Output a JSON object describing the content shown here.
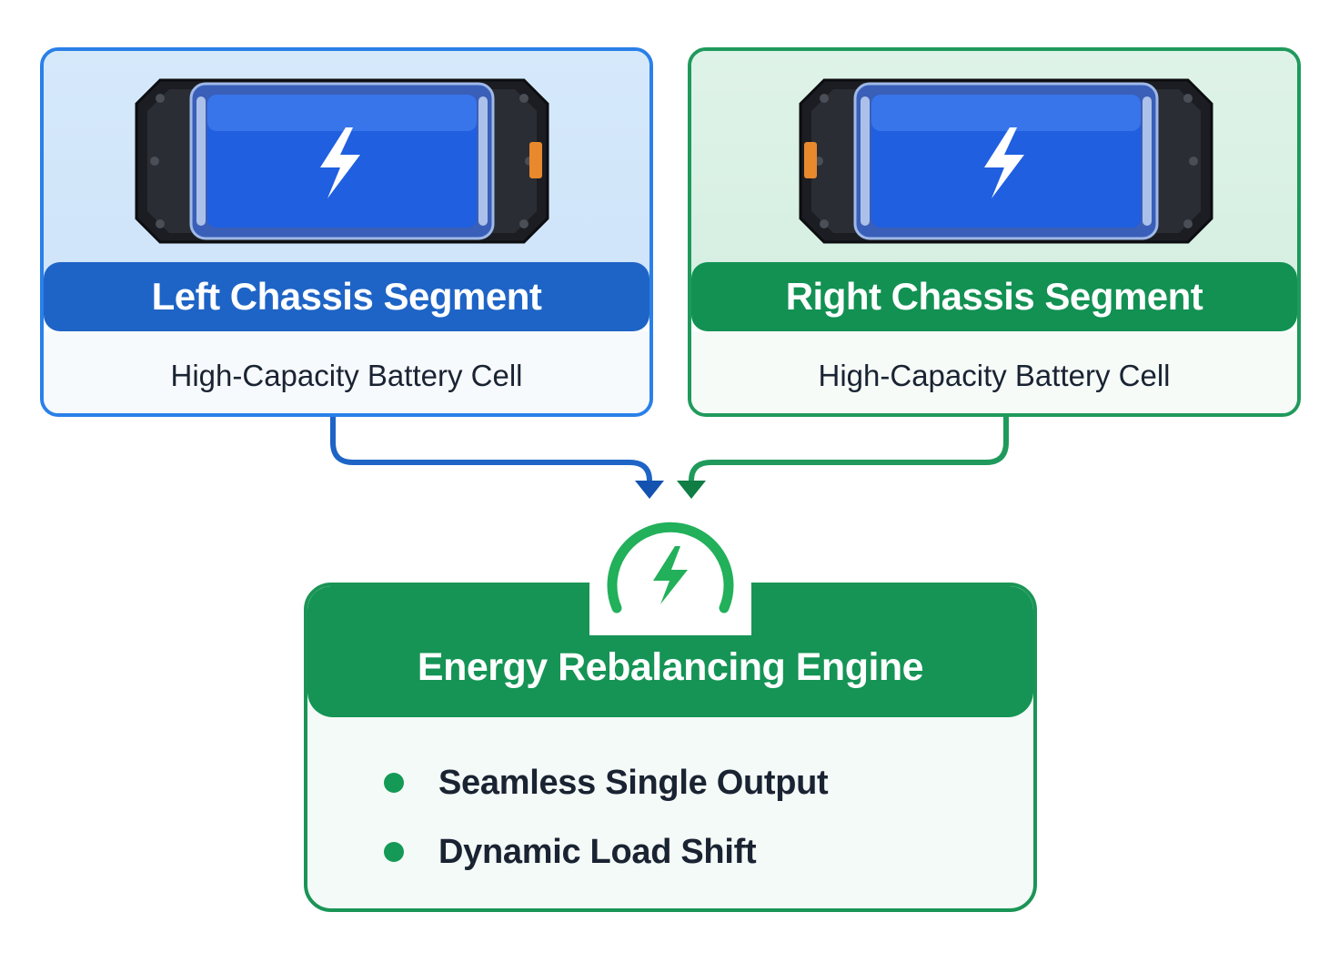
{
  "segments": {
    "left": {
      "title": "Left Chassis Segment",
      "subtitle": "High-Capacity Battery Cell",
      "icon": "battery-icon",
      "color": "#1e64c6"
    },
    "right": {
      "title": "Right Chassis Segment",
      "subtitle": "High-Capacity Battery Cell",
      "icon": "battery-icon",
      "color": "#129153"
    }
  },
  "engine": {
    "title": "Energy Rebalancing Engine",
    "icon": "lightning-gauge-icon",
    "color": "#159455",
    "features": [
      "Seamless Single Output",
      "Dynamic Load Shift"
    ]
  }
}
